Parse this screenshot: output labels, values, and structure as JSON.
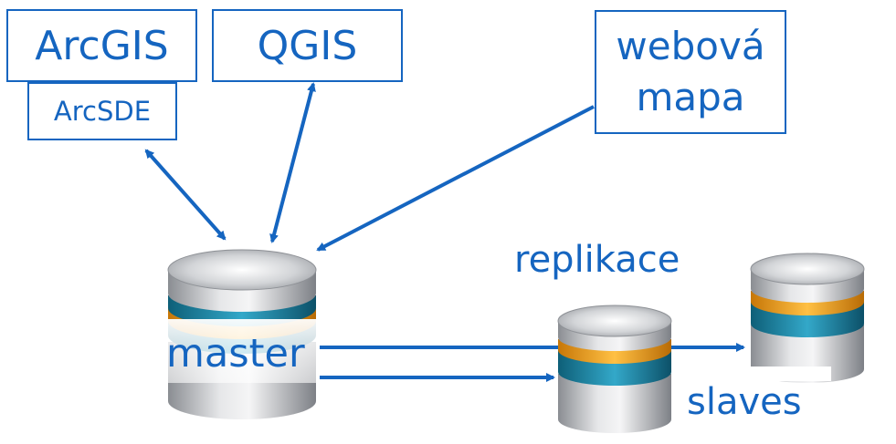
{
  "clients": {
    "arcgis": "ArcGIS",
    "arcsde": "ArcSDE",
    "qgis": "QGIS",
    "webmap_line1": "webová",
    "webmap_line2": "mapa"
  },
  "labels": {
    "master": "master",
    "replication": "replikace",
    "slaves": "slaves"
  },
  "colors": {
    "accent": "#1565c0",
    "band_teal": "#1e7a9c",
    "band_orange": "#f0a020",
    "cylinder_metal": "#b0b3b8"
  },
  "icons": [
    "database-master-icon",
    "database-slave-icon"
  ]
}
